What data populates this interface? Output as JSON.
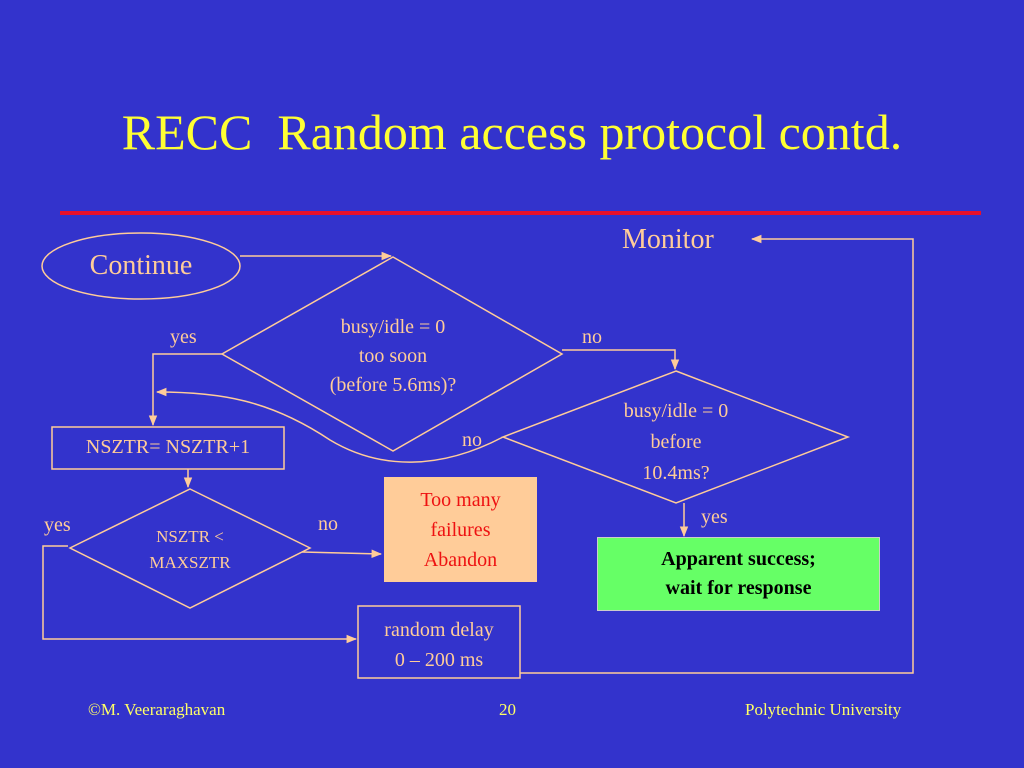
{
  "slide": {
    "title": "RECC  Random access protocol contd.",
    "colors": {
      "background": "#3333cc",
      "title": "#ffff33",
      "rule": "#e8102c",
      "line": "#ffcc99",
      "failure_box_fill": "#ffcc99",
      "failure_box_text": "#ee1111",
      "success_box_fill": "#66ff66",
      "success_box_text": "#000000"
    }
  },
  "flowchart": {
    "start": {
      "label": "Continue"
    },
    "monitor": {
      "label": "Monitor"
    },
    "decision_too_soon": {
      "lines": [
        "busy/idle = 0",
        "too soon",
        "(before 5.6ms)?"
      ],
      "yes_label": "yes",
      "no_label": "no"
    },
    "decision_before": {
      "lines": [
        "busy/idle = 0",
        "before",
        "10.4ms?"
      ],
      "yes_label": "yes",
      "no_label": "no"
    },
    "increment": {
      "label": "NSZTR= NSZTR+1"
    },
    "decision_max": {
      "lines": [
        "NSZTR <",
        "MAXSZTR"
      ],
      "yes_label": "yes",
      "no_label": "no"
    },
    "abandon": {
      "lines": [
        "Too many",
        "failures",
        "Abandon"
      ]
    },
    "success": {
      "lines": [
        "Apparent success;",
        "wait for response"
      ]
    },
    "delay": {
      "lines": [
        "random delay",
        "0 – 200 ms"
      ]
    }
  },
  "footer": {
    "author": "©M. Veeraraghavan",
    "page": "20",
    "institution": "Polytechnic University"
  }
}
